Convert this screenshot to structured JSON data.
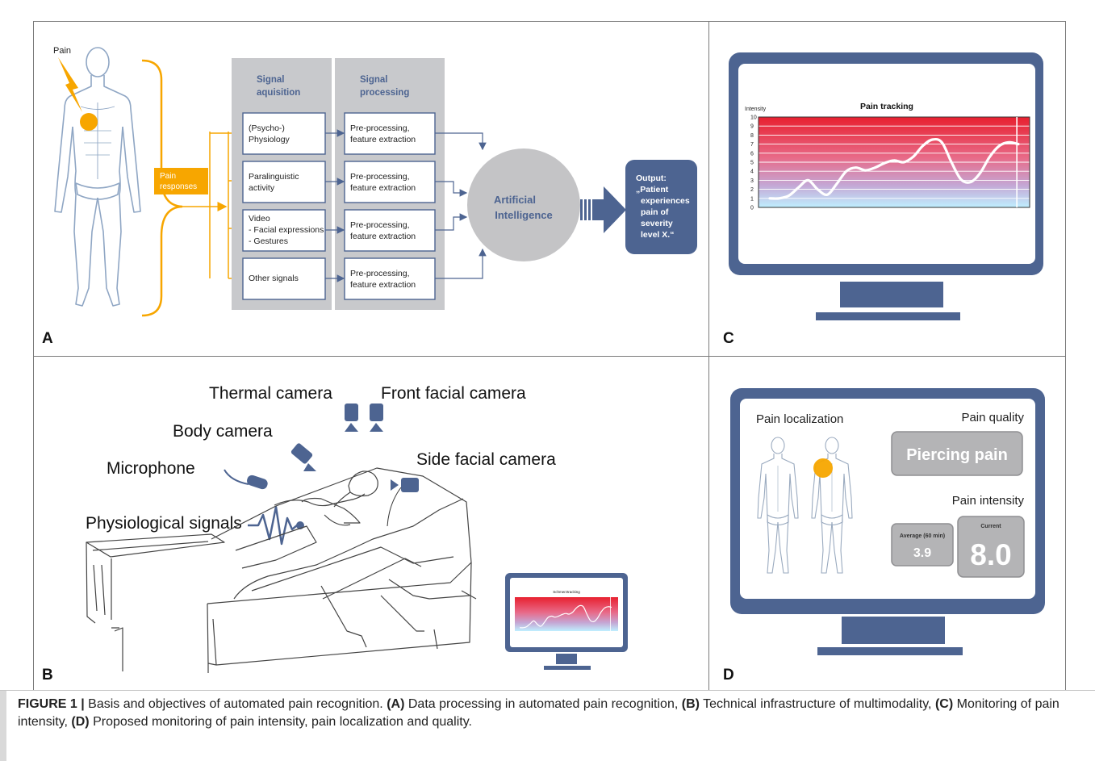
{
  "panelA": {
    "pain_label": "Pain",
    "pain_responses": "Pain responses",
    "col_acquisition": "Signal aquisition",
    "col_processing": "Signal processing",
    "inputs": [
      "(Psycho-) Physiology",
      "Paralinguistic activity",
      "Video - Facial expressions - Gestures",
      "Other signals"
    ],
    "processing_label": "Pre-processing, feature extraction",
    "ai_label": "Artificial Intelligence",
    "output_label": "Output: „Patient experiences pain of severity level X.“",
    "letter": "A"
  },
  "panelB": {
    "labels": {
      "thermal": "Thermal camera",
      "front": "Front facial camera",
      "body": "Body camera",
      "side": "Side facial camera",
      "mic": "Microphone",
      "phys": "Physiological signals"
    },
    "mini_title": "Schmerztracking",
    "letter": "B"
  },
  "panelC": {
    "letter": "C",
    "chart_data": {
      "type": "line",
      "title": "Pain tracking",
      "ylabel": "Intensity",
      "xlabel": "",
      "ylim": [
        0,
        10
      ],
      "yticks": [
        "0",
        "1",
        "2",
        "3",
        "4",
        "5",
        "6",
        "7",
        "8",
        "9",
        "10"
      ],
      "x": [
        0,
        1,
        2,
        3,
        4,
        5,
        6,
        7,
        8,
        9,
        10,
        11,
        12,
        13,
        14,
        15,
        16,
        17,
        18,
        19,
        20,
        21,
        22,
        23,
        24,
        25,
        26
      ],
      "series": [
        {
          "values": [
            1.0,
            1.0,
            1.3,
            2.2,
            3.0,
            2.0,
            1.4,
            2.6,
            4.0,
            4.4,
            4.1,
            4.4,
            4.9,
            5.2,
            5.0,
            5.6,
            6.8,
            7.5,
            7.2,
            5.0,
            3.1,
            2.8,
            3.8,
            5.6,
            6.8,
            7.2,
            7.0
          ]
        }
      ],
      "current_marker_x": 25
    },
    "grad_top": "#e8202f",
    "grad_bottom": "#bfefff"
  },
  "panelD": {
    "letter": "D",
    "loc_title": "Pain localization",
    "quality_title": "Pain quality",
    "quality_value": "Piercing pain",
    "intensity_title": "Pain intensity",
    "avg_label": "Average (60 min)",
    "avg_value": "3.9",
    "current_label": "Current",
    "current_value": "8.0"
  },
  "colors": {
    "orange": "#f7a600",
    "slate": "#4d6491",
    "grey_col": "#c8c9cc",
    "ai_circle": "#c4c4c6",
    "box_grey": "#b4b4b6"
  },
  "caption": {
    "figure": "FIGURE 1 |",
    "intro": "Basis and objectives of automated pain recognition.",
    "a_tag": "(A)",
    "a_text": "Data processing in automated pain recognition,",
    "b_tag": "(B)",
    "b_text": "Technical infrastructure of multimodality,",
    "c_tag": "(C)",
    "c_text": "Monitoring of pain intensity,",
    "d_tag": "(D)",
    "d_text": "Proposed monitoring of pain intensity, pain localization and quality."
  }
}
